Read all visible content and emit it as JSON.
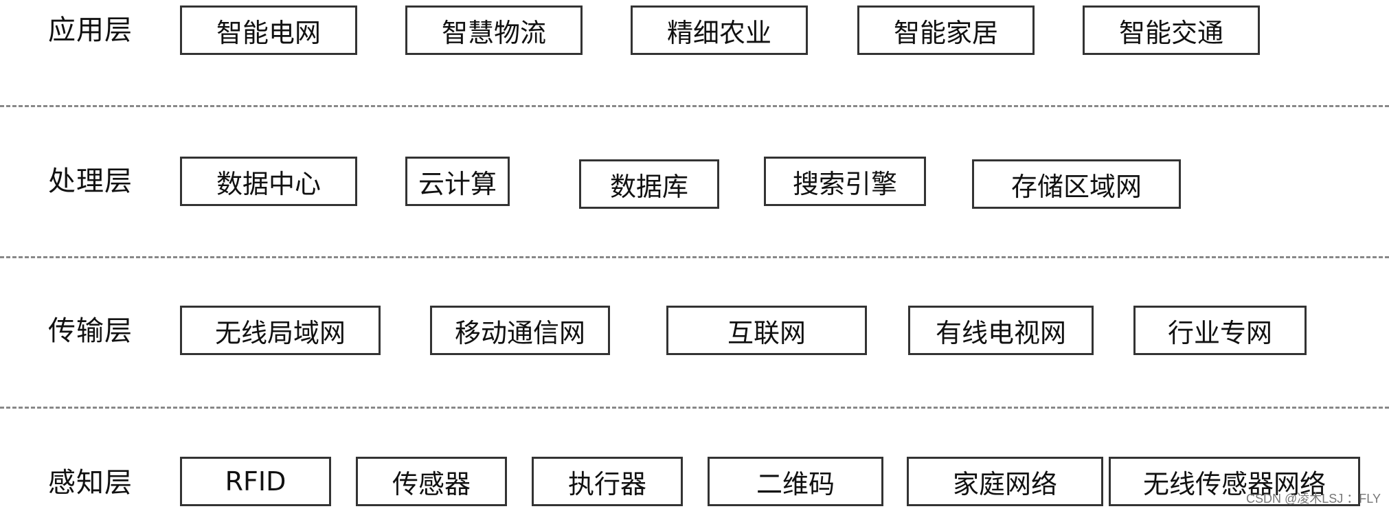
{
  "layers": [
    {
      "label": "应用层",
      "items": [
        "智能电网",
        "智慧物流",
        "精细农业",
        "智能家居",
        "智能交通"
      ]
    },
    {
      "label": "处理层",
      "items": [
        "数据中心",
        "云计算",
        "数据库",
        "搜索引擎",
        "存储区域网"
      ]
    },
    {
      "label": "传输层",
      "items": [
        "无线局域网",
        "移动通信网",
        "互联网",
        "有线电视网",
        "行业专网"
      ]
    },
    {
      "label": "感知层",
      "items": [
        "RFID",
        "传感器",
        "执行器",
        "二维码",
        "家庭网络",
        "无线传感器网络"
      ]
    }
  ],
  "watermark": "CSDN @凌木LSJ ：FLY"
}
